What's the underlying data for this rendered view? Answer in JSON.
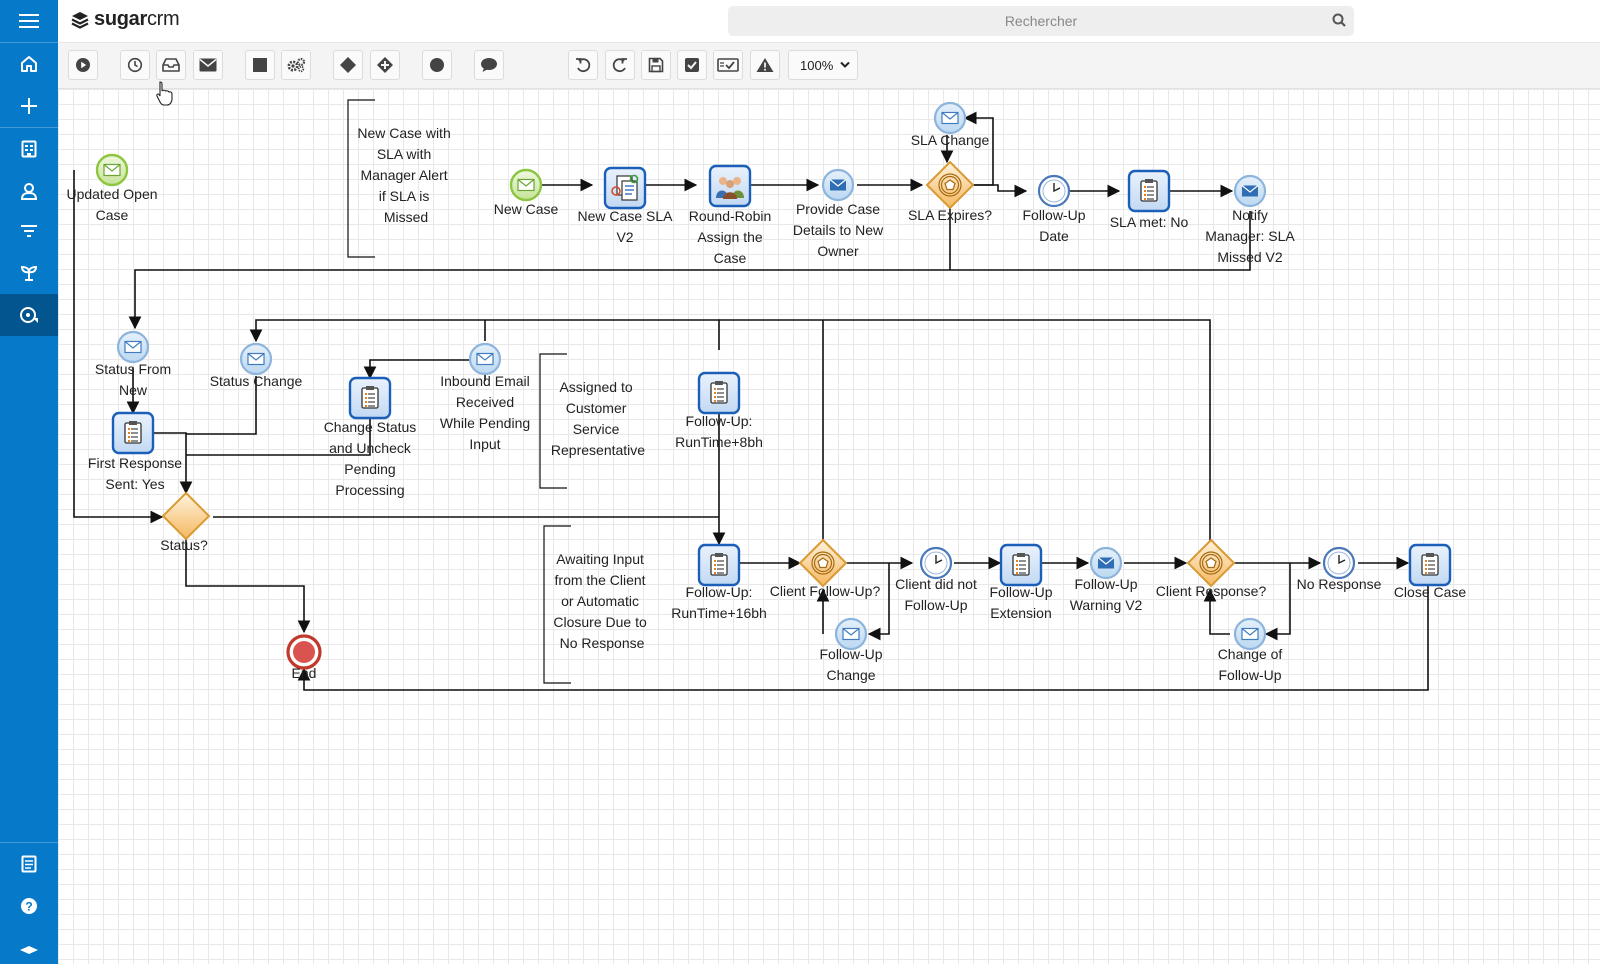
{
  "app": {
    "brand_bold": "sugar",
    "brand_light": "crm"
  },
  "search": {
    "placeholder": "Rechercher"
  },
  "sidebar": {
    "items": [
      "menu-icon",
      "home-icon",
      "plus-icon",
      "calendar-icon",
      "user-icon",
      "filter-icon",
      "plant-icon",
      "process-icon"
    ],
    "bottom_items": [
      "document-icon",
      "help-icon",
      "graduation-icon"
    ]
  },
  "toolbar": {
    "buttons": [
      "run-icon",
      "clock-icon",
      "inbox-icon",
      "mail-icon",
      "square-icon",
      "gears-icon",
      "diamond-icon",
      "diamond-plus-icon",
      "circle-icon",
      "comment-icon",
      "undo-icon",
      "redo-icon",
      "save-icon",
      "check-icon",
      "validate-icon",
      "warning-icon"
    ],
    "zoom": "100%"
  },
  "colors": {
    "sidebar": "#0679c8",
    "start_event": "#8cc63f",
    "end_event": "#d9534f",
    "task": "#1c5fb8",
    "gateway": "#e8a33d",
    "message": "#5b9bd5"
  },
  "diagram": {
    "annotations": [
      {
        "lines": [
          "New Case with",
          "SLA with",
          "Manager Alert",
          "if SLA is",
          "Missed"
        ]
      },
      {
        "lines": [
          "Assigned to",
          "Customer",
          "Service",
          "Representative"
        ]
      },
      {
        "lines": [
          "Awaiting Input",
          "from the Client",
          "or Automatic",
          "Closure Due to",
          "No Response"
        ]
      }
    ],
    "nodes": [
      {
        "kind": "start",
        "lines": [
          "Updated Open",
          "Case"
        ]
      },
      {
        "kind": "start",
        "lines": [
          "New Case"
        ]
      },
      {
        "kind": "task-bus",
        "lines": [
          "New Case SLA",
          "V2"
        ]
      },
      {
        "kind": "task-user",
        "lines": [
          "Round-Robin",
          "Assign the",
          "Case"
        ]
      },
      {
        "kind": "msg-throw",
        "lines": [
          "Provide Case",
          "Details to New",
          "Owner"
        ]
      },
      {
        "kind": "msg",
        "lines": [
          "SLA Change"
        ]
      },
      {
        "kind": "gateway-event",
        "lines": [
          "SLA Expires?"
        ]
      },
      {
        "kind": "timer",
        "lines": [
          "Follow-Up",
          "Date"
        ]
      },
      {
        "kind": "task",
        "lines": [
          "SLA met: No"
        ]
      },
      {
        "kind": "msg-throw",
        "lines": [
          "Notify",
          "Manager: SLA",
          "Missed V2"
        ]
      },
      {
        "kind": "msg",
        "lines": [
          "Status From",
          "New"
        ]
      },
      {
        "kind": "msg",
        "lines": [
          "Status Change"
        ]
      },
      {
        "kind": "msg",
        "lines": [
          "Inbound Email",
          "Received",
          "While Pending",
          "Input"
        ]
      },
      {
        "kind": "task",
        "lines": [
          "Change Status",
          "and Uncheck",
          "Pending",
          "Processing"
        ]
      },
      {
        "kind": "task",
        "lines": [
          "First Response",
          "Sent: Yes"
        ]
      },
      {
        "kind": "gateway",
        "lines": [
          "Status?"
        ]
      },
      {
        "kind": "task",
        "lines": [
          "Follow-Up:",
          "RunTime+8bh"
        ]
      },
      {
        "kind": "end",
        "lines": [
          "End"
        ]
      },
      {
        "kind": "task",
        "lines": [
          "Follow-Up:",
          "RunTime+16bh"
        ]
      },
      {
        "kind": "gateway-event",
        "lines": [
          "Client Follow-Up?"
        ]
      },
      {
        "kind": "msg",
        "lines": [
          "Follow-Up",
          "Change"
        ]
      },
      {
        "kind": "timer",
        "lines": [
          "Client did not",
          "Follow-Up"
        ]
      },
      {
        "kind": "task",
        "lines": [
          "Follow-Up",
          "Extension"
        ]
      },
      {
        "kind": "msg-throw",
        "lines": [
          "Follow-Up",
          "Warning V2"
        ]
      },
      {
        "kind": "gateway-event",
        "lines": [
          "Client Response?"
        ]
      },
      {
        "kind": "msg",
        "lines": [
          "Change of",
          "Follow-Up"
        ]
      },
      {
        "kind": "timer",
        "lines": [
          "No Response"
        ]
      },
      {
        "kind": "task",
        "lines": [
          "Close Case"
        ]
      }
    ]
  }
}
